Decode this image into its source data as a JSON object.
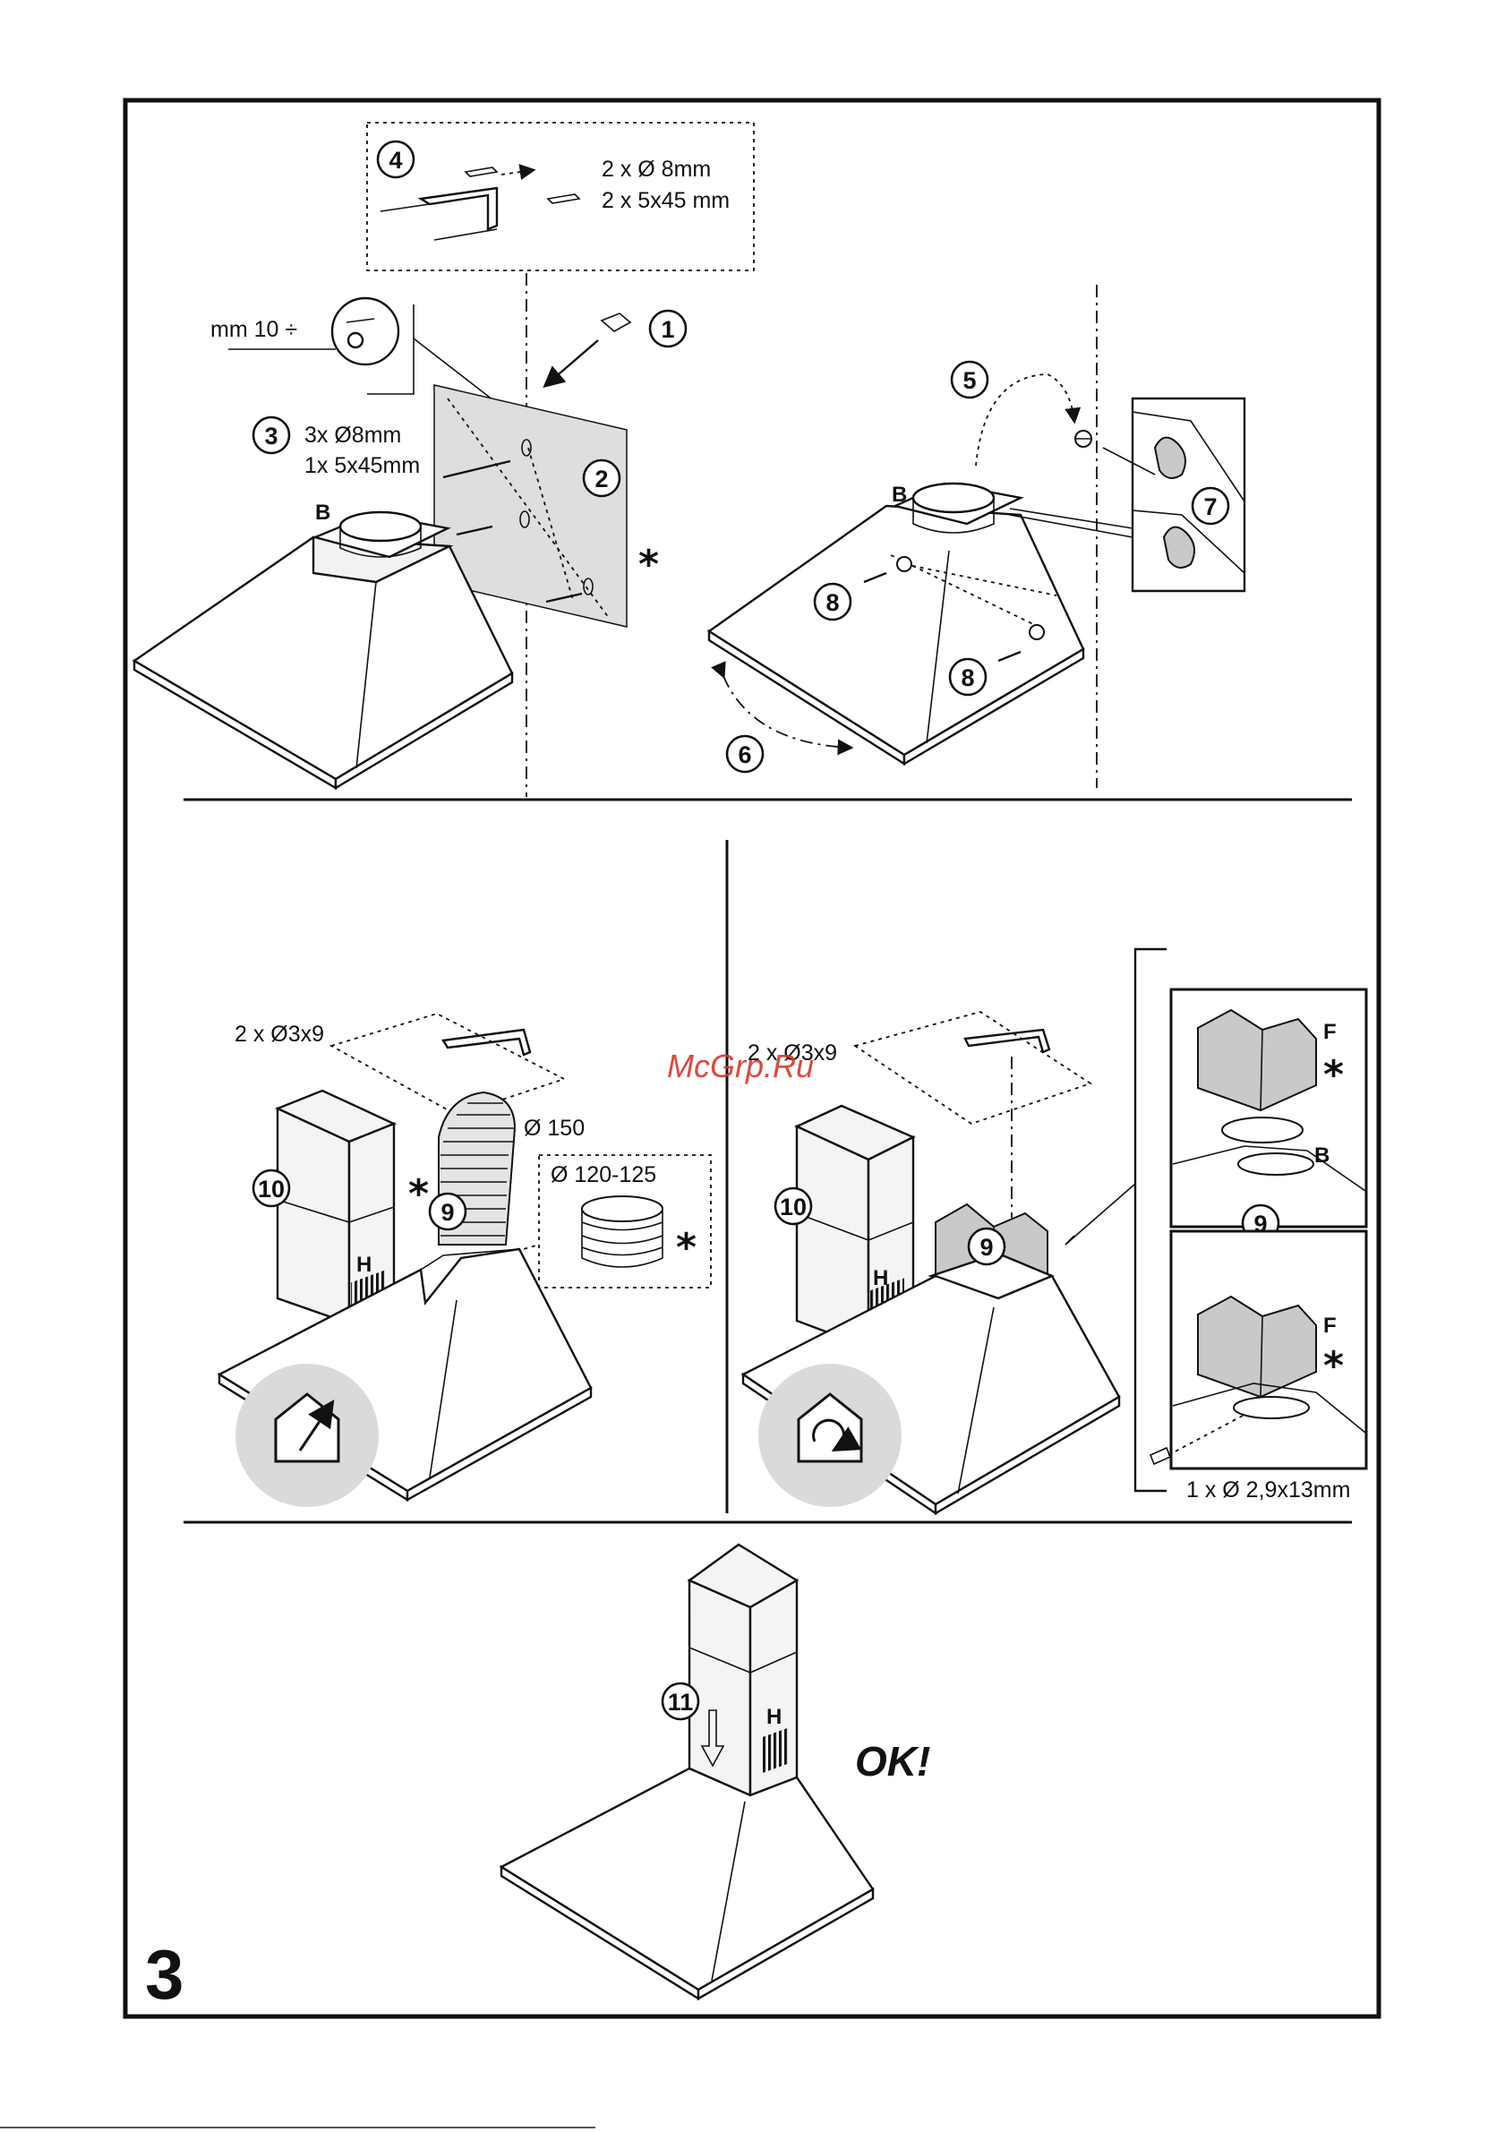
{
  "page_number": "3",
  "watermark": "McGrp.Ru",
  "hardware": {
    "step4_plugs": "2 x Ø 8mm",
    "step4_screws": "2 x 5x45 mm",
    "step3_plugs": "3x Ø8mm",
    "step3_screws": "1x 5x45mm",
    "clearance": "mm 10 ÷",
    "chimney_screws_left": "2 x Ø3x9",
    "chimney_screws_right": "2 x Ø3x9",
    "duct_diameter": "Ø 150",
    "adapter_diameter": "Ø 120-125",
    "filter_screw": "1 x Ø 2,9x13mm"
  },
  "steps": [
    "1",
    "2",
    "3",
    "4",
    "5",
    "6",
    "7",
    "8",
    "8",
    "9",
    "9",
    "9",
    "10",
    "10",
    "11"
  ],
  "letters": {
    "b": "B",
    "f": "F",
    "h": "H"
  },
  "optional_mark": "*",
  "final_label": "OK!",
  "icons": [
    "ducted-mode-icon",
    "recirculation-mode-icon"
  ]
}
